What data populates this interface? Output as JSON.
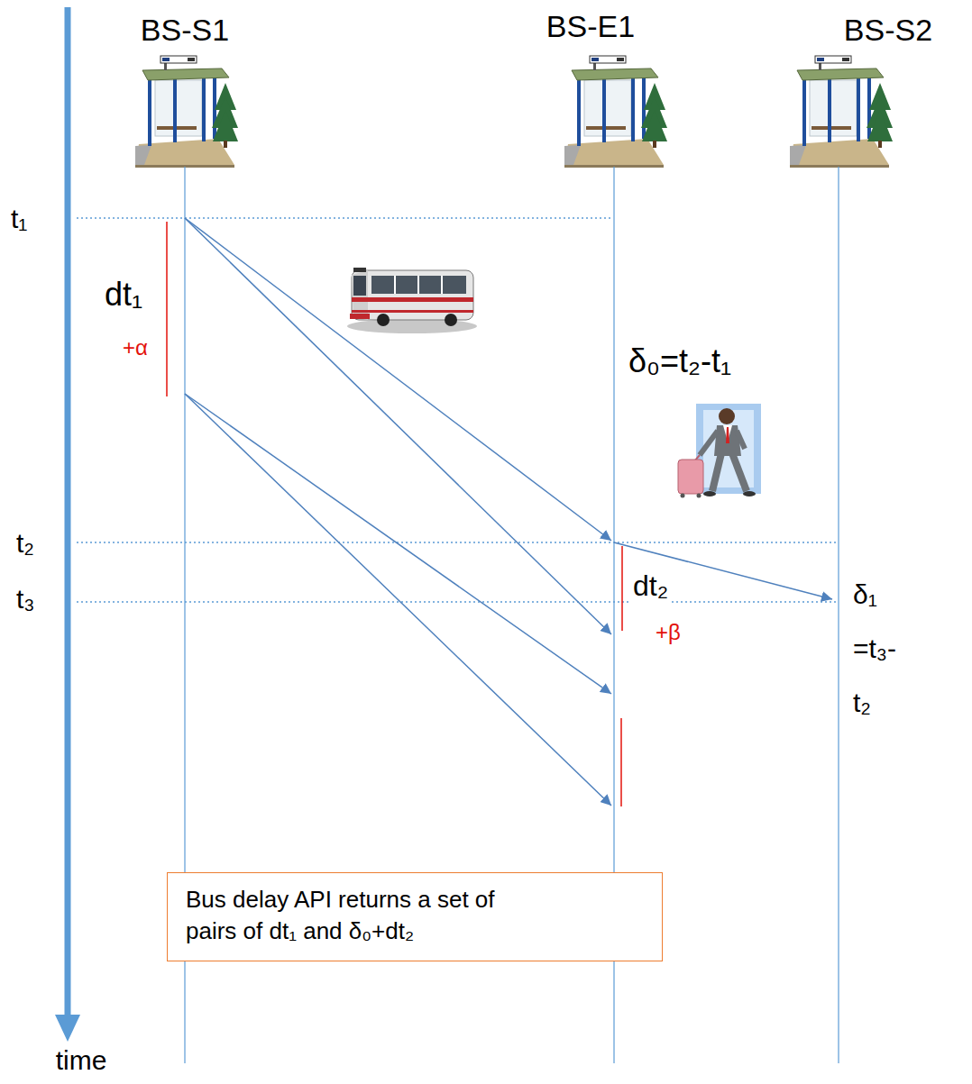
{
  "diagram": {
    "nodes": [
      {
        "text": [
          "Bus delay API returns a set of pairs of dt₁ and δ₀+dt₂"
        ]
      }
    ],
    "labels": [
      "BS-S1",
      "BS-E1",
      "BS-S2",
      "t₁",
      "dt₁",
      "+α",
      "δ₀=t₂-t₁",
      "t₂",
      "t₃",
      "dt₂",
      "+β",
      "δ₁ =t₃-t₂",
      "time"
    ]
  }
}
